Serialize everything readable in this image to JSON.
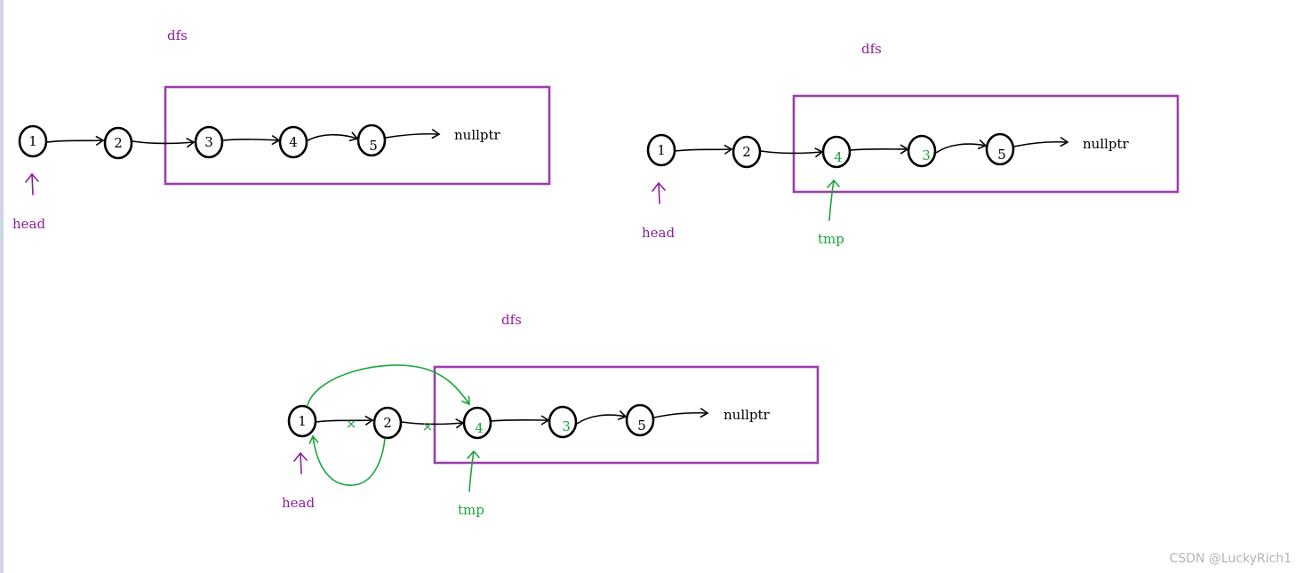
{
  "colors": {
    "purple": "#8a1f9a",
    "green": "#1aa539",
    "frame": "#9b3eab",
    "ink": "#000000"
  },
  "panel1": {
    "title": "dfs",
    "nodes": [
      "1",
      "2",
      "3",
      "4",
      "5"
    ],
    "terminal": "nullptr",
    "head_label": "head"
  },
  "panel2": {
    "title": "dfs",
    "nodes": [
      "1",
      "2",
      "4",
      "3",
      "5"
    ],
    "terminal": "nullptr",
    "head_label": "head",
    "tmp_label": "tmp"
  },
  "panel3": {
    "title": "dfs",
    "nodes": [
      "1",
      "2",
      "4",
      "3",
      "5"
    ],
    "terminal": "nullptr",
    "head_label": "head",
    "tmp_label": "tmp",
    "cut_mark": "×"
  },
  "watermark": "CSDN @LuckyRich1"
}
